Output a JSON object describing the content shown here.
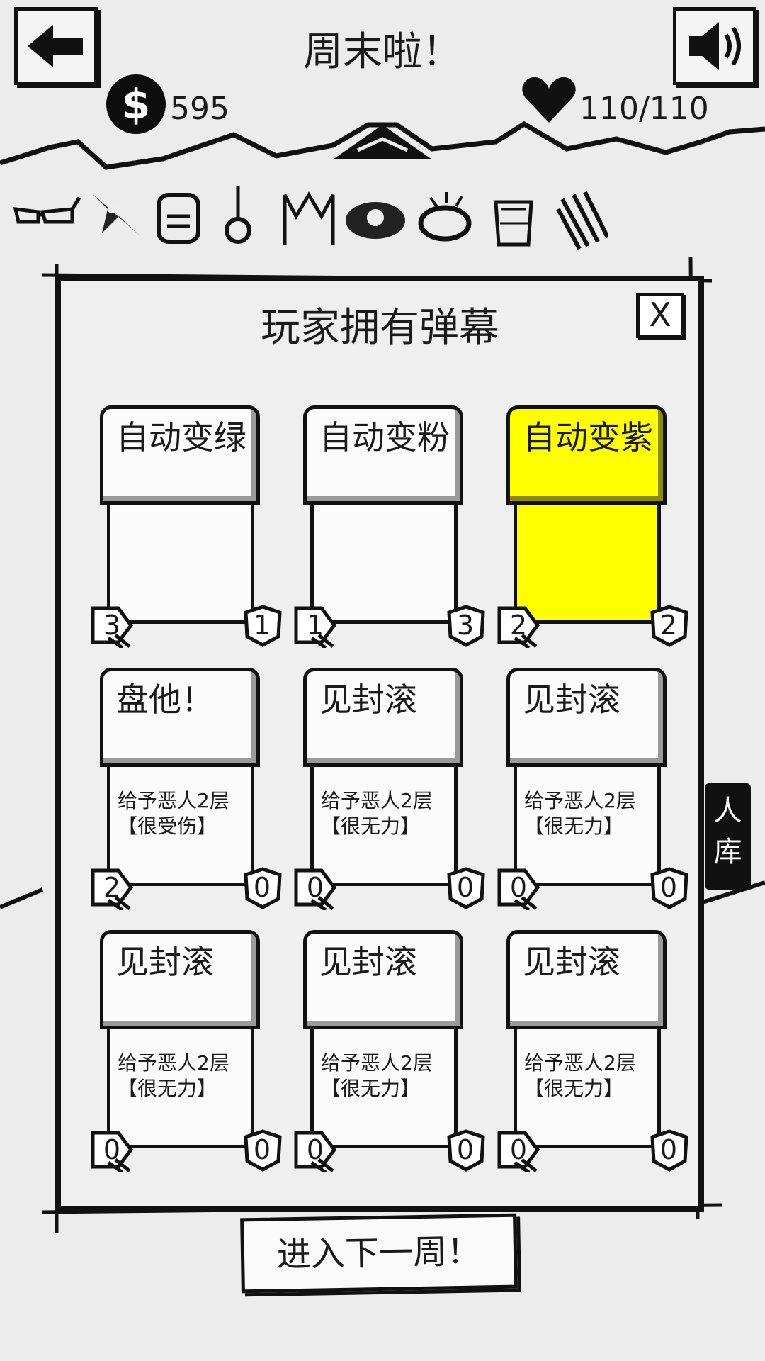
{
  "header": {
    "title": "周末啦！",
    "money": "595",
    "money_icon": "$",
    "hp": "110/110"
  },
  "side_tab": {
    "label": "人库"
  },
  "categories": [
    "glasses-icon",
    "bird-icon",
    "backpack-icon",
    "ring-icon",
    "crown-icon",
    "eye-icon",
    "coin-icon",
    "jar-icon",
    "sticks-icon"
  ],
  "panel": {
    "title": "玩家拥有弹幕",
    "close_label": "X",
    "cards": [
      {
        "name": "自动变绿",
        "desc": "",
        "left": "3",
        "right": "1",
        "selected": false
      },
      {
        "name": "自动变粉",
        "desc": "",
        "left": "1",
        "right": "3",
        "selected": false
      },
      {
        "name": "自动变紫",
        "desc": "",
        "left": "2",
        "right": "2",
        "selected": true
      },
      {
        "name": "盘他！",
        "desc": "给予恶人2层【很受伤】",
        "left": "2",
        "right": "0",
        "selected": false
      },
      {
        "name": "见封滚",
        "desc": "给予恶人2层【很无力】",
        "left": "0",
        "right": "0",
        "selected": false
      },
      {
        "name": "见封滚",
        "desc": "给予恶人2层【很无力】",
        "left": "0",
        "right": "0",
        "selected": false
      },
      {
        "name": "见封滚",
        "desc": "给予恶人2层【很无力】",
        "left": "0",
        "right": "0",
        "selected": false
      },
      {
        "name": "见封滚",
        "desc": "给予恶人2层【很无力】",
        "left": "0",
        "right": "0",
        "selected": false
      },
      {
        "name": "见封滚",
        "desc": "给予恶人2层【很无力】",
        "left": "0",
        "right": "0",
        "selected": false
      }
    ]
  },
  "footer": {
    "next_week_label": "进入下一周！"
  }
}
